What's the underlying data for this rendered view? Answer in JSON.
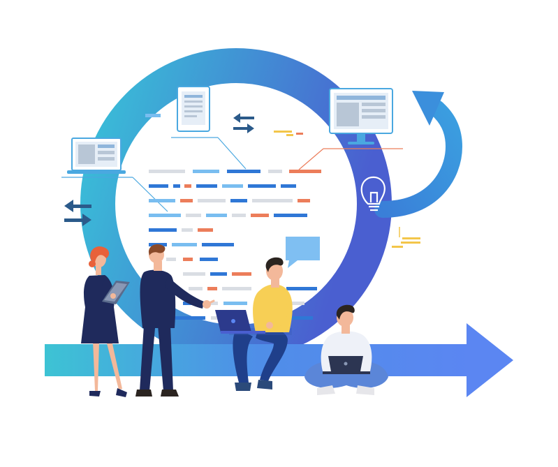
{
  "scene": {
    "subject": "agile-development-cycle-illustration",
    "palette": {
      "cycle_start": "#39c0d8",
      "cycle_end": "#4a5fd0",
      "arrow_start": "#3dc3d4",
      "arrow_end": "#5b86f2",
      "navy": "#1f2a5c",
      "code_blue": "#2f77d6",
      "code_light_blue": "#79bdf0",
      "code_grey": "#d9dde3",
      "code_orange": "#ec7d5a",
      "accent_yellow": "#f3c64a",
      "skin": "#f3b89a",
      "hair_red": "#e8613a",
      "hair_brown": "#8a4a2a",
      "hair_dark": "#2b2420",
      "shirt_yellow": "#f7cf55",
      "shirt_white": "#eef1f8",
      "jeans": "#2f4a9a",
      "speech_bubble": "#7fbff2"
    },
    "icons": [
      "laptop-icon",
      "tablet-icon",
      "desktop-monitor-icon",
      "lightbulb-icon",
      "swap-arrows-icon",
      "refresh-arrow-icon"
    ],
    "people": [
      "woman-with-tablet",
      "man-pointing",
      "man-with-laptop-sitting",
      "man-cross-legged-with-laptop"
    ]
  }
}
